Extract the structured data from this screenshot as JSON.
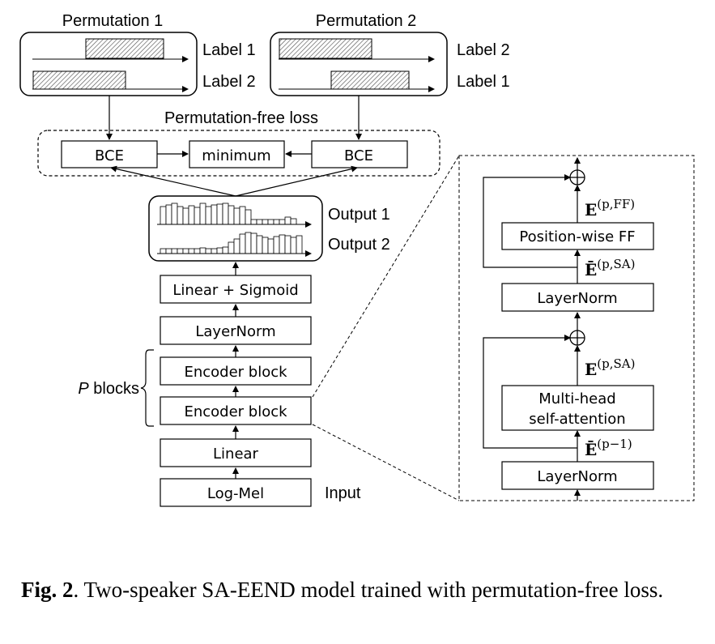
{
  "perm1": {
    "title": "Permutation 1",
    "label_top": "Label 1",
    "label_bottom": "Label 2"
  },
  "perm2": {
    "title": "Permutation 2",
    "label_top": "Label 2",
    "label_bottom": "Label 1"
  },
  "loss": {
    "title": "Permutation-free loss",
    "bce_left": "BCE",
    "minimum": "minimum",
    "bce_right": "BCE"
  },
  "outputs": {
    "output1": "Output 1",
    "output2": "Output 2"
  },
  "stack": {
    "linear_sigmoid": "Linear + Sigmoid",
    "layernorm": "LayerNorm",
    "encoder_top": "Encoder block",
    "encoder_bottom": "Encoder block",
    "linear": "Linear",
    "logmel": "Log-Mel",
    "input": "Input",
    "p_italic": "P",
    "blocks": " blocks"
  },
  "encoder_detail": {
    "ff": "Position-wise FF",
    "layernorm_top": "LayerNorm",
    "mha_line1": "Multi-head",
    "mha_line2": "self-attention",
    "layernorm_bottom": "LayerNorm",
    "plus_symbol": "⊕",
    "e_ff_base": "E",
    "e_ff_sup": "(p,FF)",
    "ebar_sa_base": "Ē",
    "ebar_sa_sup": "(p,SA)",
    "e_sa_base": "E",
    "e_sa_sup": "(p,SA)",
    "ebar_prev_base": "Ē",
    "ebar_prev_sup": "(p−1)"
  },
  "caption": {
    "fig": "Fig. 2",
    "text": ". Two-speaker SA-EEND model trained with permutation-free loss."
  }
}
